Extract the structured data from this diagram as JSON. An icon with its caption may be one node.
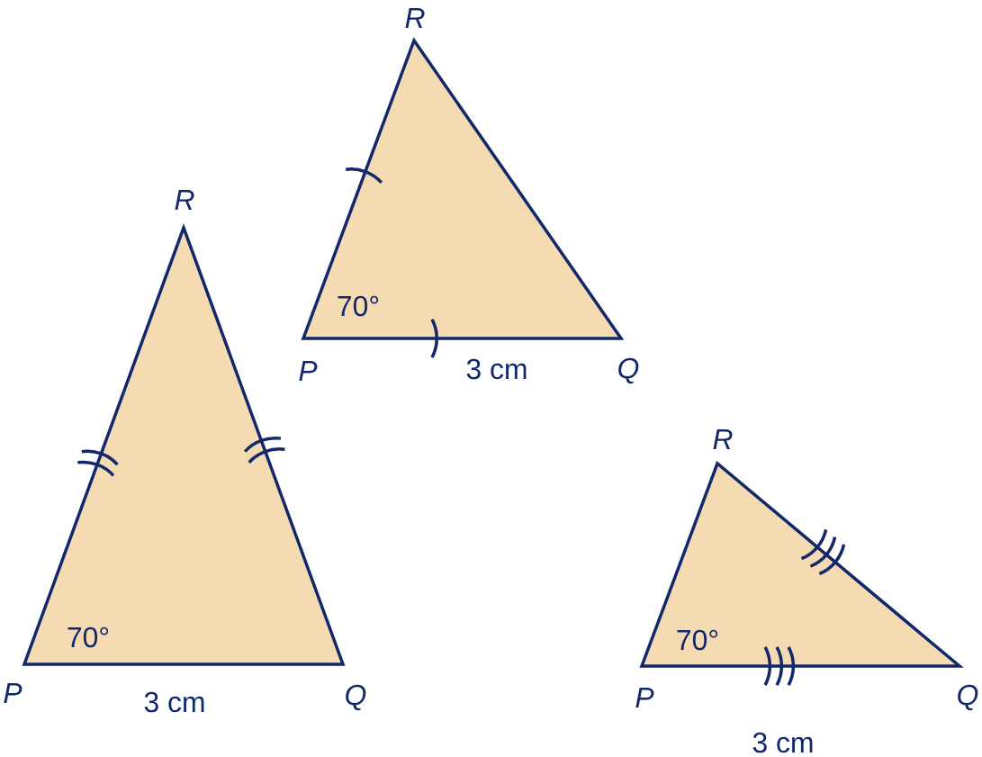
{
  "diagram": {
    "nodes": [
      {
        "text": [
          "70°"
        ]
      },
      {
        "text": [
          "70°"
        ]
      },
      {
        "text": [
          "70°"
        ]
      }
    ],
    "labels": [
      "R",
      "R",
      "P",
      "3 cm",
      "Q",
      "R",
      "P",
      "3 cm",
      "Q",
      "P",
      "Q",
      "3 cm"
    ]
  }
}
